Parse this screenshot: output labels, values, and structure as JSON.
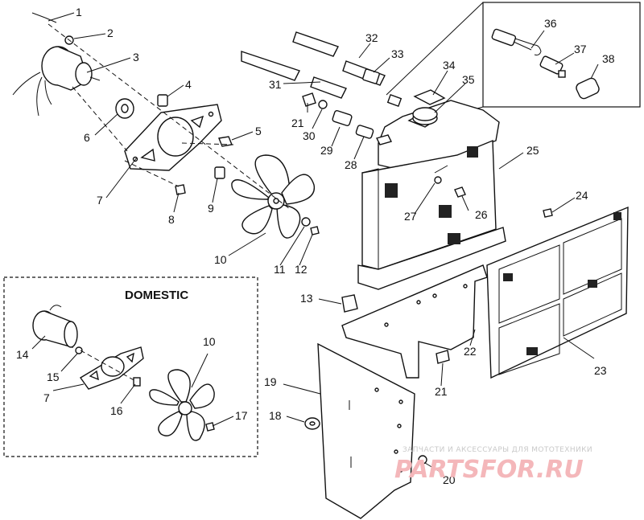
{
  "domestic_label": "DOMESTIC",
  "watermark": {
    "tagline": "ЗАПЧАСТИ И АКСЕССУАРЫ ДЛЯ МОТОТЕХНИКИ",
    "brand": "PARTSFOR.RU"
  },
  "callouts": [
    {
      "id": "c1",
      "text": "1"
    },
    {
      "id": "c2",
      "text": "2"
    },
    {
      "id": "c3",
      "text": "3"
    },
    {
      "id": "c4",
      "text": "4"
    },
    {
      "id": "c5",
      "text": "5"
    },
    {
      "id": "c6",
      "text": "6"
    },
    {
      "id": "c7a",
      "text": "7"
    },
    {
      "id": "c8",
      "text": "8"
    },
    {
      "id": "c9",
      "text": "9"
    },
    {
      "id": "c10a",
      "text": "10"
    },
    {
      "id": "c11",
      "text": "11"
    },
    {
      "id": "c12",
      "text": "12"
    },
    {
      "id": "c13",
      "text": "13"
    },
    {
      "id": "c14",
      "text": "14"
    },
    {
      "id": "c15",
      "text": "15"
    },
    {
      "id": "c7b",
      "text": "7"
    },
    {
      "id": "c16",
      "text": "16"
    },
    {
      "id": "c10b",
      "text": "10"
    },
    {
      "id": "c17",
      "text": "17"
    },
    {
      "id": "c18",
      "text": "18"
    },
    {
      "id": "c19",
      "text": "19"
    },
    {
      "id": "c20",
      "text": "20"
    },
    {
      "id": "c21a",
      "text": "21"
    },
    {
      "id": "c21b",
      "text": "21"
    },
    {
      "id": "c22",
      "text": "22"
    },
    {
      "id": "c23",
      "text": "23"
    },
    {
      "id": "c24",
      "text": "24"
    },
    {
      "id": "c25",
      "text": "25"
    },
    {
      "id": "c26",
      "text": "26"
    },
    {
      "id": "c27",
      "text": "27"
    },
    {
      "id": "c28",
      "text": "28"
    },
    {
      "id": "c29",
      "text": "29"
    },
    {
      "id": "c30",
      "text": "30"
    },
    {
      "id": "c31",
      "text": "31"
    },
    {
      "id": "c32",
      "text": "32"
    },
    {
      "id": "c33",
      "text": "33"
    },
    {
      "id": "c34",
      "text": "34"
    },
    {
      "id": "c35",
      "text": "35"
    },
    {
      "id": "c36",
      "text": "36"
    },
    {
      "id": "c37",
      "text": "37"
    },
    {
      "id": "c38",
      "text": "38"
    }
  ]
}
